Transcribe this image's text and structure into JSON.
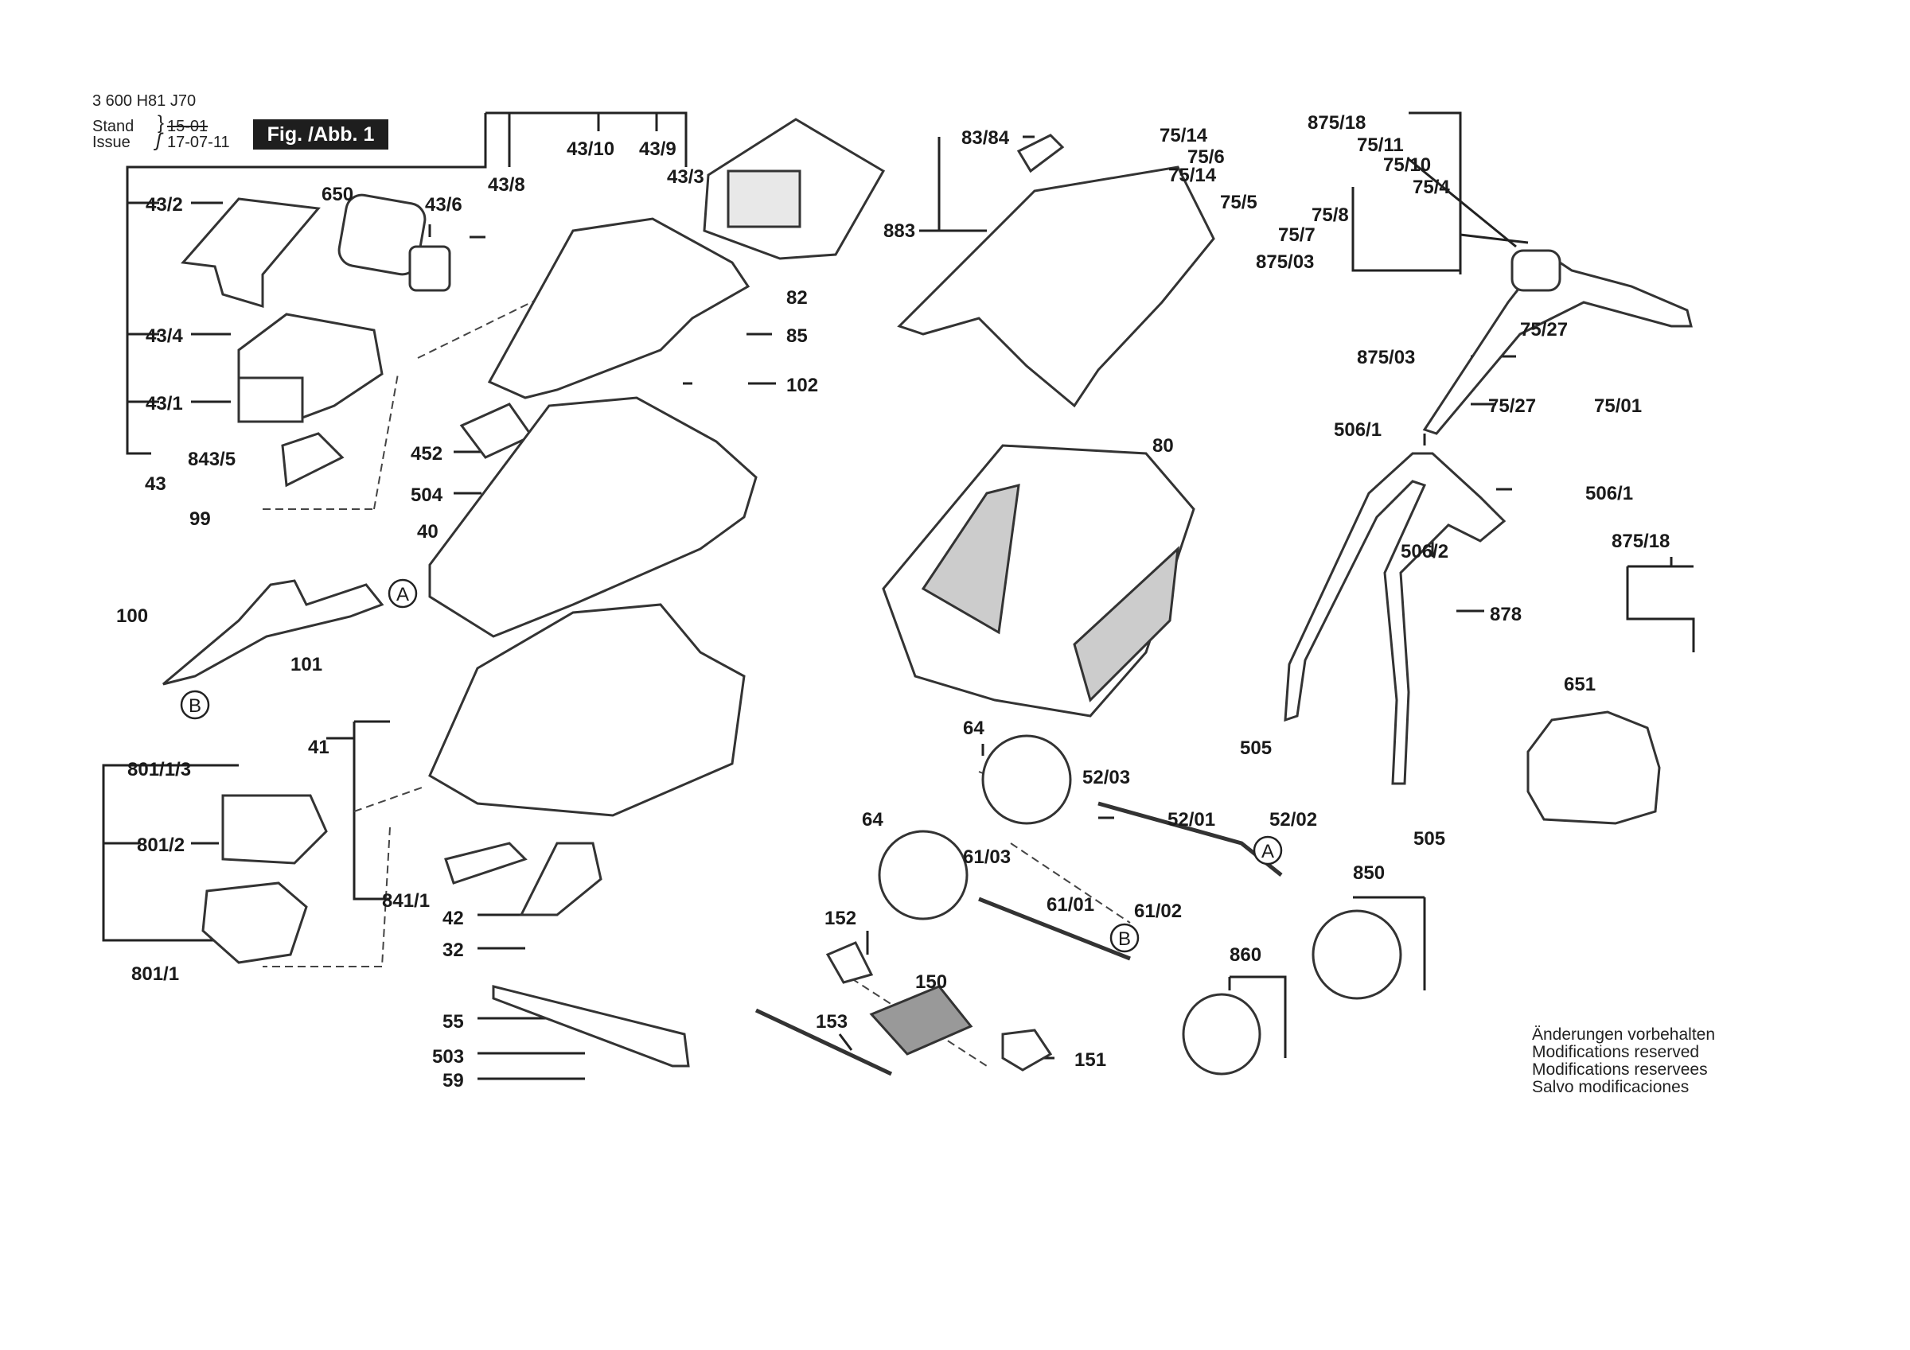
{
  "header": {
    "doc_number": "3 600 H81 J70",
    "stand_label": "Stand",
    "stand_date": "15-01",
    "issue_label": "Issue",
    "issue_date": "17-07-11",
    "figure_badge": "Fig. /Abb. 1"
  },
  "footer_note": {
    "lines": [
      "Änderungen vorbehalten",
      "Modifications reserved",
      "Modifications reservees",
      "Salvo modificaciones"
    ]
  },
  "callouts": {
    "c43_2": "43/2",
    "c650": "650",
    "c43_6": "43/6",
    "c43_8": "43/8",
    "c43_10": "43/10",
    "c43_9": "43/9",
    "c43_3": "43/3",
    "c43_4": "43/4",
    "c43_1": "43/1",
    "c843_5": "843/5",
    "c43": "43",
    "c82": "82",
    "c85": "85",
    "c102": "102",
    "c452": "452",
    "c504": "504",
    "c40": "40",
    "c99": "99",
    "c100": "100",
    "c101": "101",
    "c41": "41",
    "c801_1_3": "801/1/3",
    "c801_2": "801/2",
    "c801_1": "801/1",
    "c841_1": "841/1",
    "c42": "42",
    "c32": "32",
    "c55": "55",
    "c503": "503",
    "c59": "59",
    "c83_84": "83/84",
    "c883": "883",
    "c80": "80",
    "c75_14a": "75/14",
    "c75_6": "75/6",
    "c75_14b": "75/14",
    "c75_5": "75/5",
    "c875_18a": "875/18",
    "c75_11": "75/11",
    "c75_10": "75/10",
    "c75_4": "75/4",
    "c75_8": "75/8",
    "c75_7": "75/7",
    "c875_03a": "875/03",
    "c75_27a": "75/27",
    "c875_03b": "875/03",
    "c75_27b": "75/27",
    "c75_01": "75/01",
    "c506_1a": "506/1",
    "c506_1b": "506/1",
    "c506_2": "506/2",
    "c875_18b": "875/18",
    "c878": "878",
    "c505a": "505",
    "c505b": "505",
    "c651": "651",
    "c64a": "64",
    "c52_03": "52/03",
    "c52_01": "52/01",
    "c52_02": "52/02",
    "c64b": "64",
    "c61_03": "61/03",
    "c61_01": "61/01",
    "c61_02": "61/02",
    "c152": "152",
    "c150": "150",
    "c153": "153",
    "c151": "151",
    "c850": "850",
    "c860": "860"
  },
  "markers": {
    "a1": "A",
    "b1": "B",
    "a2": "A",
    "b2": "B"
  }
}
